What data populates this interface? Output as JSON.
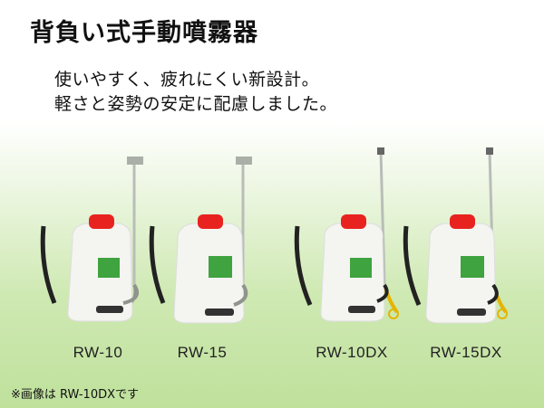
{
  "title": "背負い式手動噴霧器",
  "subtitle_line1": "使いやすく、疲れにくい新設計。",
  "subtitle_line2": "軽さと姿勢の安定に配慮しました。",
  "products": [
    {
      "model": "RW-10",
      "lance": "gray"
    },
    {
      "model": "RW-15",
      "lance": "gray"
    },
    {
      "model": "RW-10DX",
      "lance": "yellow"
    },
    {
      "model": "RW-15DX",
      "lance": "yellow"
    }
  ],
  "footnote": "※画像は RW-10DXです",
  "colors": {
    "cap": "#e8231f",
    "tank": "#f4f4f1",
    "label": "#3fa33f",
    "strap": "#222222",
    "background_bottom": "#bfe19c"
  }
}
